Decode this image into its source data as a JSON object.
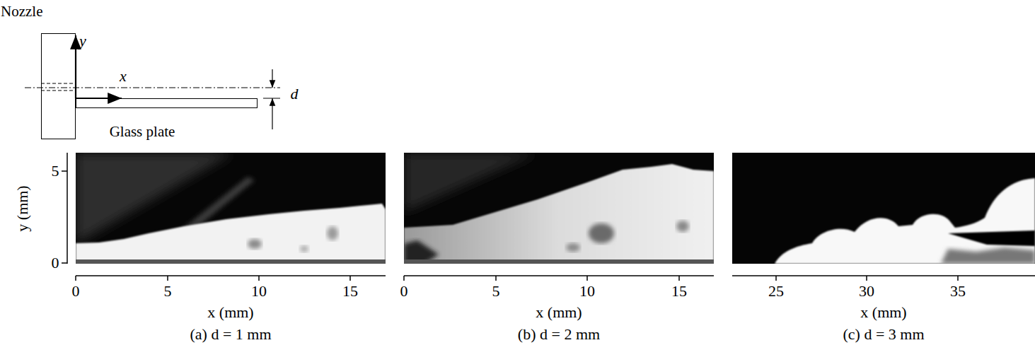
{
  "diagram": {
    "nodes": [
      {
        "text": [
          "Nozzle"
        ]
      },
      {
        "text": [
          "Glass plate"
        ]
      }
    ],
    "labels": [
      "y",
      "x",
      "d",
      "5",
      "0",
      "y (mm)",
      "0",
      "5",
      "10",
      "15",
      "x (mm)",
      "(a) d = 1 mm",
      "0",
      "5",
      "10",
      "15",
      "x (mm)",
      "(b) d = 2 mm",
      "25",
      "30",
      "35",
      "x (mm)",
      "(c) d = 3 mm"
    ]
  }
}
